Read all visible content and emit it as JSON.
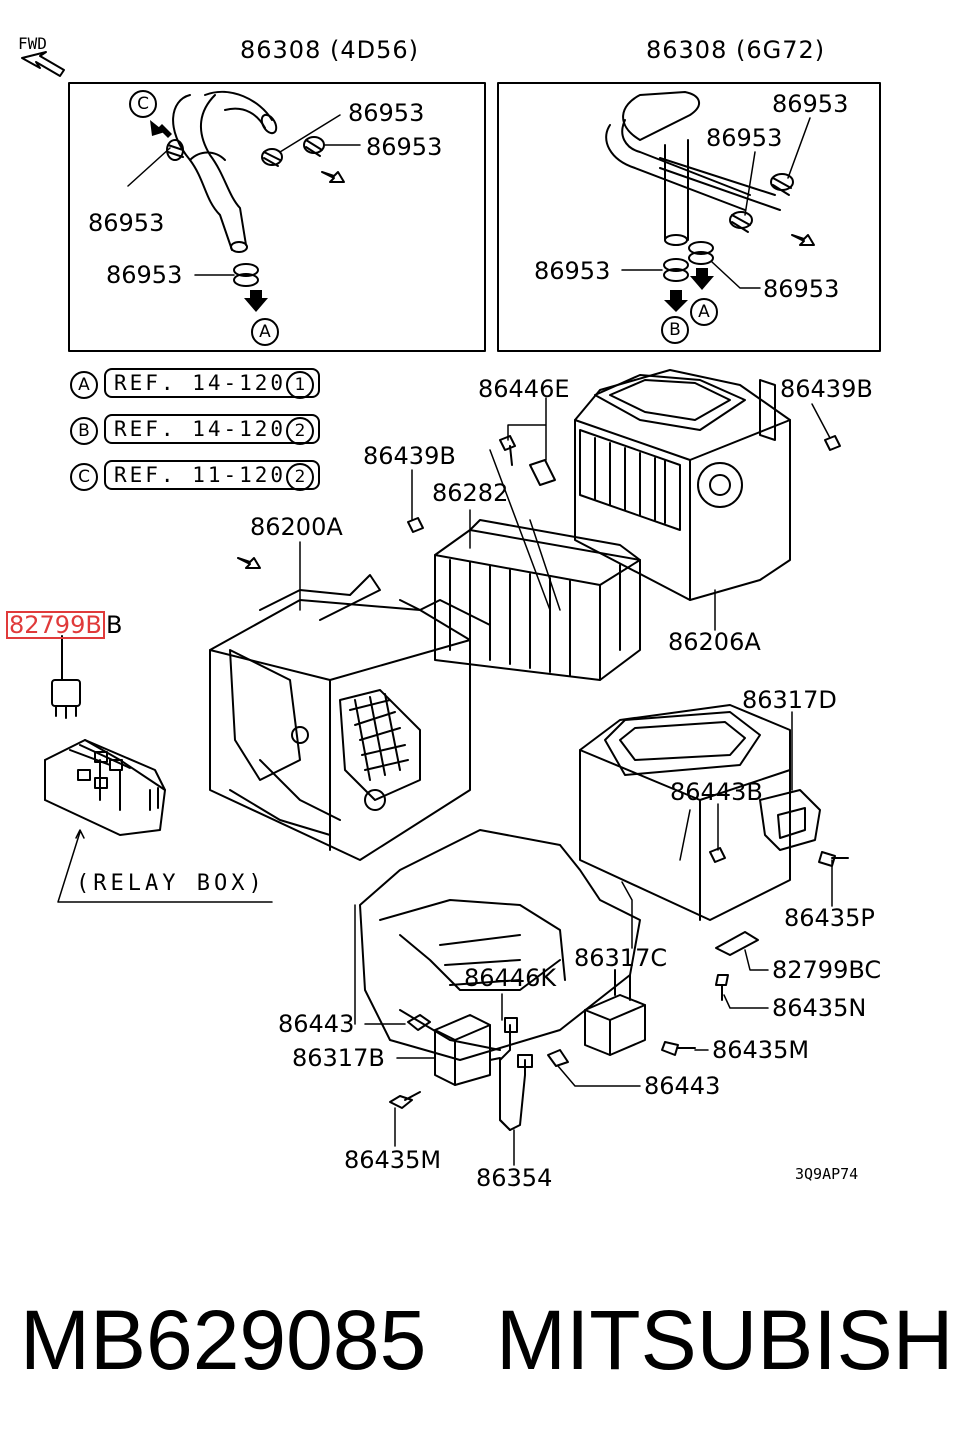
{
  "diagram": {
    "fwd_label": "FWD",
    "box_left_title": "86308 (4D56)",
    "box_right_title": "86308 (6G72)",
    "left_box_labels": [
      "86953",
      "86953",
      "86953",
      "86953"
    ],
    "right_box_labels": [
      "86953",
      "86953",
      "86953",
      "86953"
    ],
    "circle_markers": [
      "C",
      "A",
      "B",
      "A"
    ],
    "refs": [
      {
        "marker": "A",
        "text": "REF. 14-120",
        "num": "1"
      },
      {
        "marker": "B",
        "text": "REF. 14-120",
        "num": "2"
      },
      {
        "marker": "C",
        "text": "REF. 11-120",
        "num": "2"
      }
    ],
    "relay_box_label": "(RELAY BOX)",
    "highlight_part": "82799B",
    "highlight_suffix": "B",
    "parts": {
      "p86446E": "86446E",
      "p86439B_right": "86439B",
      "p86439B_left": "86439B",
      "p86282": "86282",
      "p86200A": "86200A",
      "p86206A": "86206A",
      "p86317D": "86317D",
      "p86443B": "86443B",
      "p86435P": "86435P",
      "p86317C": "86317C",
      "p86446K": "86446K",
      "p82799BC": "82799BC",
      "p86435N": "86435N",
      "p86443_left": "86443",
      "p86317B": "86317B",
      "p86435M_right": "86435M",
      "p86443_right": "86443",
      "p86435M_bottom": "86435M",
      "p86354": "86354"
    },
    "diagram_code": "3Q9AP74"
  },
  "footer": {
    "part_number": "MB629085",
    "brand": "MITSUBISHI"
  }
}
